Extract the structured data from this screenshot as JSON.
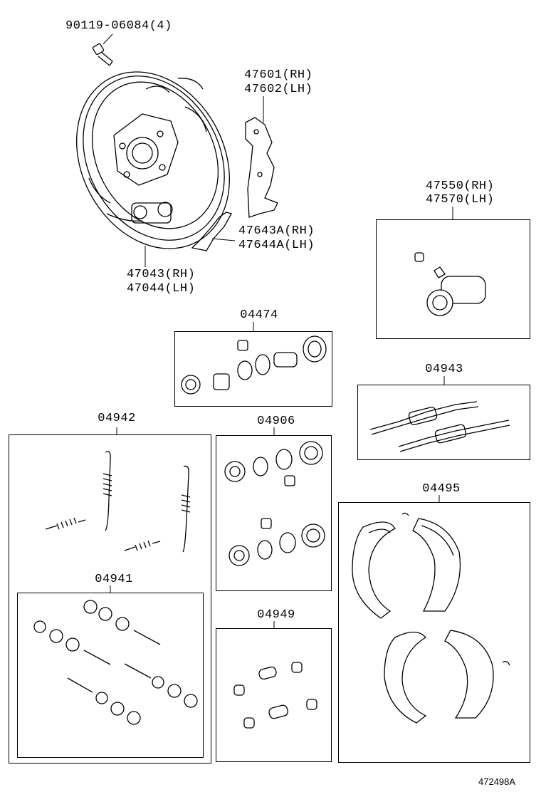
{
  "diagram": {
    "part_labels": {
      "bolt": "90119-06084(4)",
      "plate_rh": "47601(RH)",
      "plate_lh": "47602(LH)",
      "lever_rh": "47643A(RH)",
      "lever_lh": "47644A(LH)",
      "backing_rh": "47043(RH)",
      "backing_lh": "47044(LH)",
      "cyl_rh": "47550(RH)",
      "cyl_lh": "47570(LH)"
    },
    "kits": {
      "cup_kit": "04474",
      "adjuster_kit": "04943",
      "spring_kit": "04942",
      "cylinder_kit": "04906",
      "hold_kit": "04941",
      "boot_kit": "04949",
      "shoe_kit": "04495"
    },
    "diagram_id": "472498A"
  }
}
